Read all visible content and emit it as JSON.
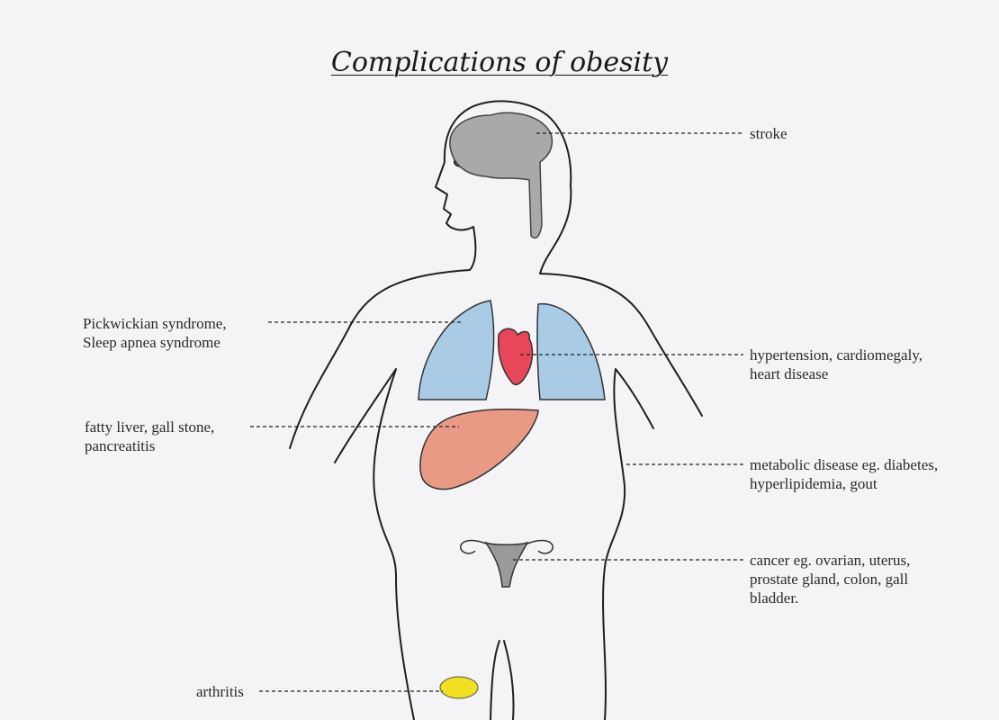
{
  "title": "Complications of obesity",
  "labels": {
    "stroke": [
      "stroke"
    ],
    "lungs": [
      "Pickwickian syndrome,",
      "Sleep apnea syndrome"
    ],
    "heart": [
      "hypertension, cardiomegaly,",
      "heart disease"
    ],
    "liver": [
      "fatty liver, gall stone,",
      "pancreatitis"
    ],
    "metabolic": [
      "metabolic disease eg. diabetes,",
      "hyperlipidemia, gout"
    ],
    "cancer": [
      "cancer eg. ovarian, uterus,",
      "prostate gland, colon, gall",
      "bladder."
    ],
    "arthritis": [
      "arthritis"
    ]
  },
  "colors": {
    "background": "#f4f4f6",
    "outline": "#1f1f1f",
    "brain": "#a9a9ab",
    "lungs": "#a9cbe6",
    "heart": "#e8465a",
    "liver": "#e89a85",
    "uterus": "#9a9a9c",
    "knee": "#f0e020"
  }
}
